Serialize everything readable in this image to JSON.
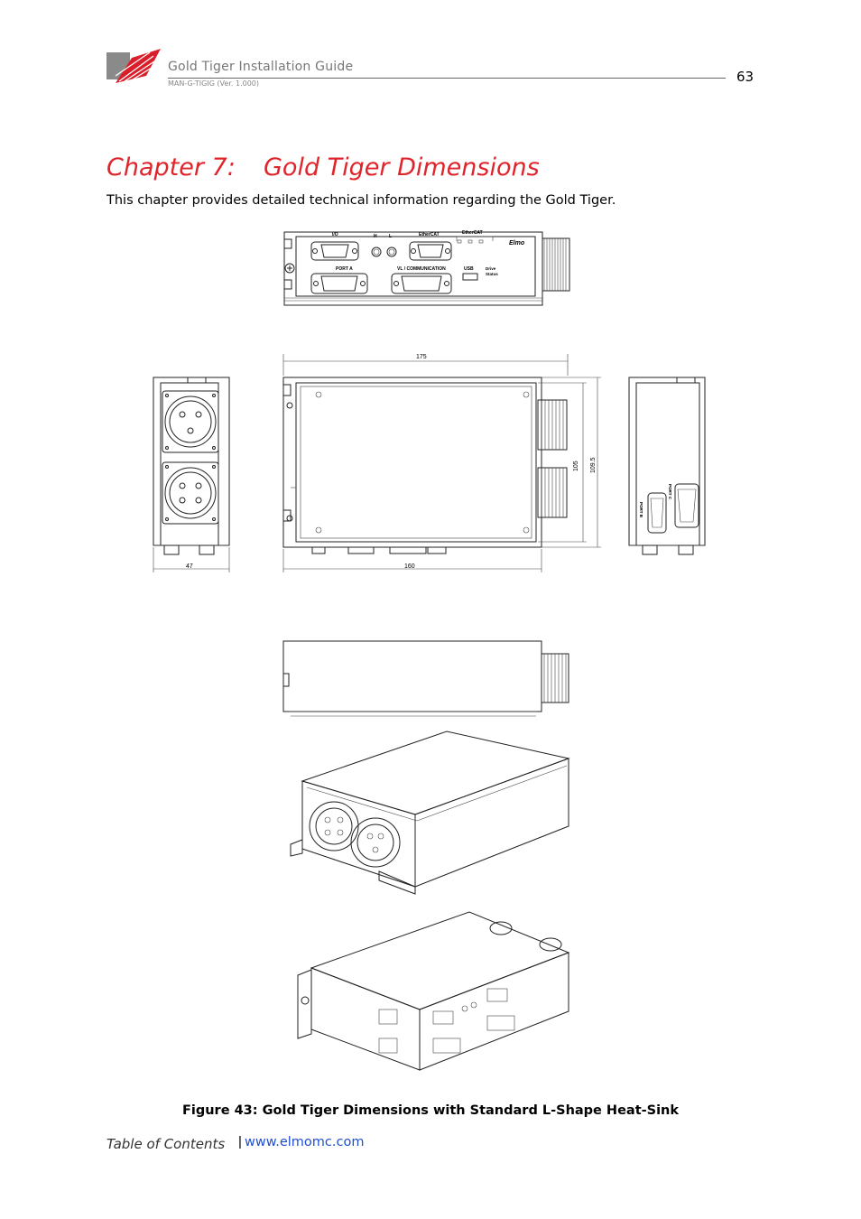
{
  "header": {
    "title": "Gold Tiger Installation Guide",
    "subtitle": "MAN-G-TIGIG (Ver. 1.000)",
    "page_number": "63"
  },
  "chapter": {
    "number": "Chapter 7:",
    "title": "Gold Tiger Dimensions"
  },
  "intro": "This chapter provides detailed technical information regarding the Gold Tiger.",
  "drawing": {
    "labels": {
      "io": "I/O",
      "h": "H",
      "l": "L",
      "ethercat": "EtherCAT",
      "ethercat2": "EtherCAT",
      "port_a": "PORT A",
      "vl_comm": "VL / COMMUNICATION",
      "usb": "USB",
      "drive_status": "Drive",
      "drive_status2": "Status",
      "brand": "Elmo",
      "port_b": "PORT B",
      "port_c": "PORT C"
    },
    "dimensions": {
      "width_top": "175",
      "width_bottom": "160",
      "depth": "47",
      "height_inner": "105",
      "height_outer": "109.5"
    }
  },
  "caption": "Figure 43: Gold Tiger Dimensions with Standard L-Shape Heat-Sink",
  "footer": {
    "toc": "Table of Contents",
    "separator": "|",
    "url": "www.elmomc.com"
  },
  "colors": {
    "chapter_red": "#e0242b",
    "link_blue": "#1f4fd1",
    "logo_gray": "#8a8a8a",
    "logo_red": "#d91f2a"
  }
}
